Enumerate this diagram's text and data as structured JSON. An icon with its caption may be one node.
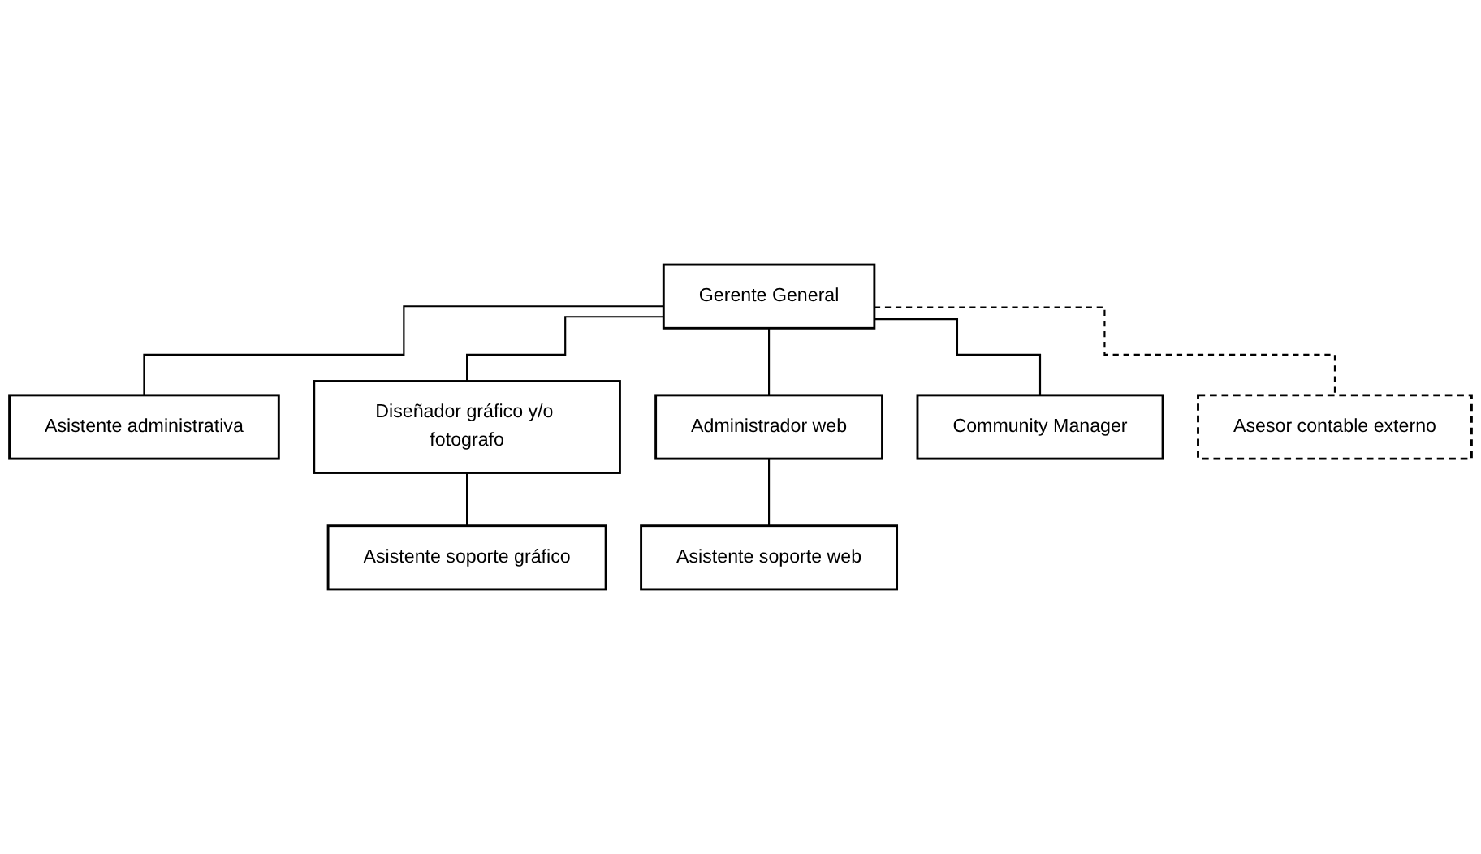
{
  "diagram": {
    "nodes": [
      {
        "text": [
          "Gerente General"
        ]
      },
      {
        "text": [
          "Asistente administrativa"
        ]
      },
      {
        "text": [
          "Diseñador gráfico y/o fotografo"
        ]
      },
      {
        "text": [
          "Administrador web"
        ]
      },
      {
        "text": [
          "Community Manager"
        ]
      },
      {
        "text": [
          "Asesor contable externo"
        ]
      },
      {
        "text": [
          "Asistente soporte gráfico"
        ]
      },
      {
        "text": [
          "Asistente soporte web"
        ]
      }
    ],
    "edges": [
      {
        "from": 0,
        "to": 1,
        "arrow": "none"
      },
      {
        "from": 0,
        "to": 2,
        "arrow": "none"
      },
      {
        "from": 0,
        "to": 3,
        "arrow": "none"
      },
      {
        "from": 0,
        "to": 4,
        "arrow": "none"
      },
      {
        "from": 0,
        "to": 5,
        "arrow": "none",
        "style": "dashed"
      },
      {
        "from": 2,
        "to": 6,
        "arrow": "none"
      },
      {
        "from": 3,
        "to": 7,
        "arrow": "none"
      }
    ]
  }
}
